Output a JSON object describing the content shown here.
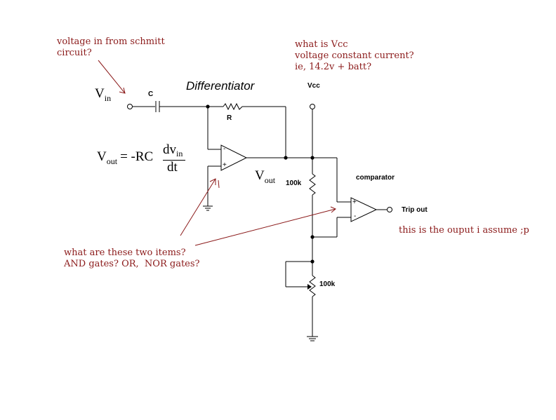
{
  "diagram": {
    "title": "Differentiator",
    "labels": {
      "capacitor": "C",
      "resistor": "R",
      "vcc": "Vcc",
      "r_top": "100k",
      "r_pot": "100k",
      "comparator": "comparator",
      "trip_out": "Trip out",
      "vin_main": "V",
      "vin_sub": "in",
      "vout_main": "V",
      "vout_sub": "out"
    },
    "formula": {
      "lhs_main": "V",
      "lhs_sub": "out",
      "equals": "= -RC",
      "num_main": "dv",
      "num_sub": "in",
      "den": "dt"
    },
    "opamp_pins": {
      "minus": "-",
      "plus": "+"
    }
  },
  "annotations": {
    "schmitt": [
      "voltage in from schmitt",
      "circuit?"
    ],
    "vcc_question": [
      "what is Vcc",
      "voltage constant current?",
      "ie, 14.2v + batt?"
    ],
    "output_assume": "this is the ouput i assume ;p",
    "gates_question": [
      "what are these two items?",
      "AND gates? OR,  NOR gates?"
    ]
  },
  "colors": {
    "annotation": "#8b1a1a",
    "wire": "#000000"
  }
}
